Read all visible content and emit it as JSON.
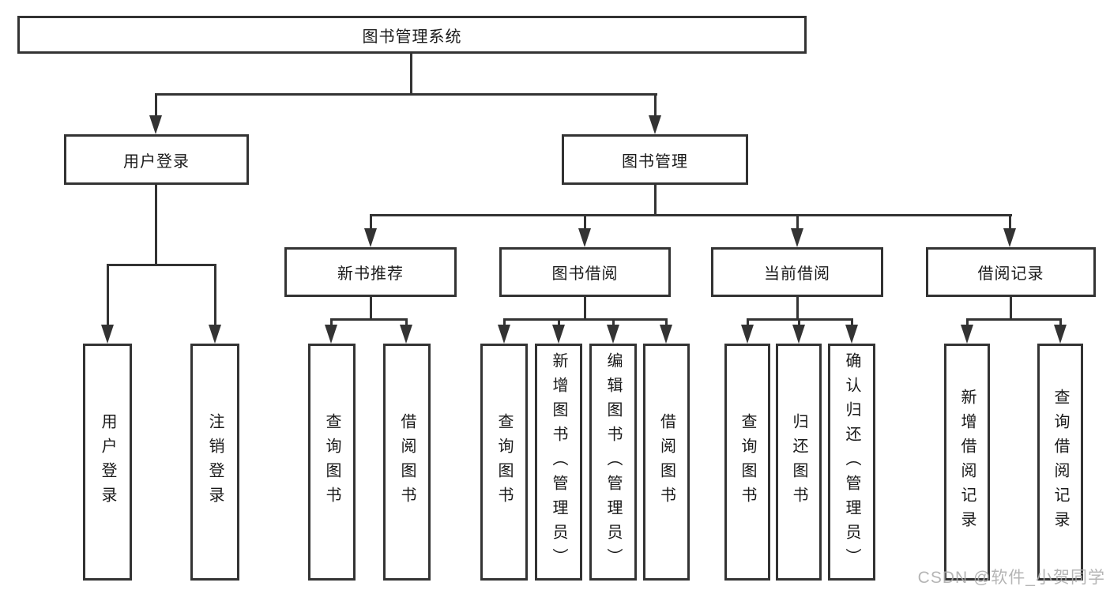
{
  "diagram": {
    "type": "tree",
    "root": {
      "label": "图书管理系统",
      "children": [
        {
          "label": "用户登录",
          "children": [
            {
              "label": "用户登录"
            },
            {
              "label": "注销登录"
            }
          ]
        },
        {
          "label": "图书管理",
          "children": [
            {
              "label": "新书推荐",
              "children": [
                {
                  "label": "查询图书"
                },
                {
                  "label": "借阅图书"
                }
              ]
            },
            {
              "label": "图书借阅",
              "children": [
                {
                  "label": "查询图书"
                },
                {
                  "label": "新增图书（管理员）"
                },
                {
                  "label": "编辑图书（管理员）"
                },
                {
                  "label": "借阅图书"
                }
              ]
            },
            {
              "label": "当前借阅",
              "children": [
                {
                  "label": "查询图书"
                },
                {
                  "label": "归还图书"
                },
                {
                  "label": "确认归还（管理员）"
                }
              ]
            },
            {
              "label": "借阅记录",
              "children": [
                {
                  "label": "新增借阅记录"
                },
                {
                  "label": "查询借阅记录"
                }
              ]
            }
          ]
        }
      ]
    },
    "colors": {
      "line": "#333333",
      "background": "#ffffff",
      "watermark": "#ababab"
    }
  },
  "watermark": {
    "text": "CSDN @软件_小贺同学"
  }
}
